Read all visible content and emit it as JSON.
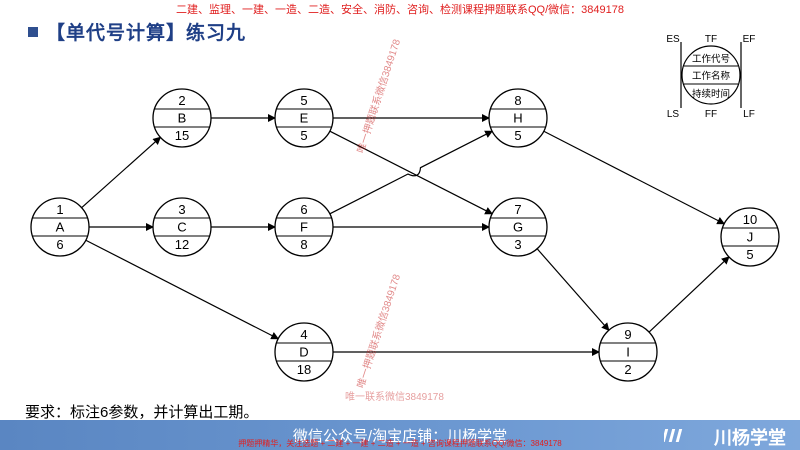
{
  "banner": "二建、监理、一建、一造、二造、安全、消防、咨询、检测课程押题联系QQ/微信：3849178",
  "title": "【单代号计算】练习九",
  "requirement": "要求：标注6参数，并计算出工期。",
  "footer": {
    "main": "微信公众号/淘宝店铺：川杨学堂",
    "red": "押题押精华，关注选题 + 二建 + 一建 + 二造 + 一造 + 咨询课程押题联系QQ/微信：3849178",
    "logo": "川杨学堂"
  },
  "watermarks": {
    "vertical_1": "唯一押题联系微信3849178",
    "vertical_2": "唯一押题联系微信3849178",
    "horizontal": "唯一联系微信3849178"
  },
  "legend": {
    "es": "ES",
    "tf": "TF",
    "ef": "EF",
    "ls": "LS",
    "ff": "FF",
    "lf": "LF",
    "code": "工作代号",
    "name": "工作名称",
    "duration": "持续时间"
  },
  "nodes": [
    {
      "id": "1",
      "name": "A",
      "duration": "6"
    },
    {
      "id": "2",
      "name": "B",
      "duration": "15"
    },
    {
      "id": "3",
      "name": "C",
      "duration": "12"
    },
    {
      "id": "4",
      "name": "D",
      "duration": "18"
    },
    {
      "id": "5",
      "name": "E",
      "duration": "5"
    },
    {
      "id": "6",
      "name": "F",
      "duration": "8"
    },
    {
      "id": "7",
      "name": "G",
      "duration": "3"
    },
    {
      "id": "8",
      "name": "H",
      "duration": "5"
    },
    {
      "id": "9",
      "name": "I",
      "duration": "2"
    },
    {
      "id": "10",
      "name": "J",
      "duration": "5"
    }
  ],
  "edges": [
    [
      "1",
      "2"
    ],
    [
      "1",
      "3"
    ],
    [
      "1",
      "4"
    ],
    [
      "2",
      "5"
    ],
    [
      "3",
      "6"
    ],
    [
      "5",
      "8"
    ],
    [
      "5",
      "7"
    ],
    [
      "6",
      "8"
    ],
    [
      "6",
      "7"
    ],
    [
      "4",
      "9"
    ],
    [
      "7",
      "9"
    ],
    [
      "8",
      "10"
    ],
    [
      "9",
      "10"
    ]
  ]
}
